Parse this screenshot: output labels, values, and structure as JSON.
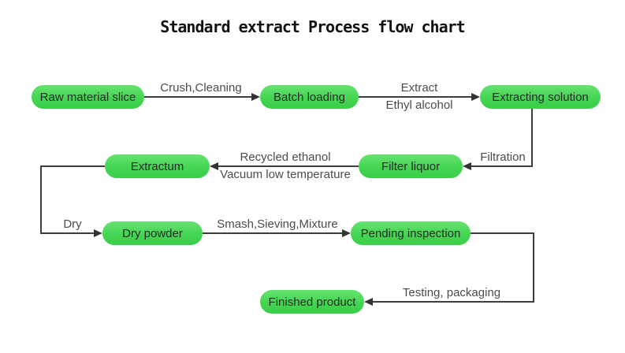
{
  "title": "Standard extract Process flow chart",
  "style": {
    "node_fill": "#44d552",
    "line_color": "#3e3e3e",
    "label_color": "#4c4c4c"
  },
  "nodes": [
    {
      "id": "raw-material-slice",
      "label": "Raw material slice"
    },
    {
      "id": "batch-loading",
      "label": "Batch loading"
    },
    {
      "id": "extracting-solution",
      "label": "Extracting solution"
    },
    {
      "id": "extractum",
      "label": "Extractum"
    },
    {
      "id": "filter-liquor",
      "label": "Filter liquor"
    },
    {
      "id": "dry-powder",
      "label": "Dry powder"
    },
    {
      "id": "pending-inspection",
      "label": "Pending inspection"
    },
    {
      "id": "finished-product",
      "label": "Finished product"
    }
  ],
  "edges": [
    {
      "from": "raw-material-slice",
      "to": "batch-loading",
      "label": "Crush,Cleaning"
    },
    {
      "from": "batch-loading",
      "to": "extracting-solution",
      "label_top": "Extract",
      "label_bottom": "Ethyl alcohol"
    },
    {
      "from": "extracting-solution",
      "to": "filter-liquor",
      "label": "Filtration"
    },
    {
      "from": "filter-liquor",
      "to": "extractum",
      "label_top": "Recycled ethanol",
      "label_bottom": "Vacuum low temperature"
    },
    {
      "from": "extractum",
      "to": "dry-powder",
      "label": "Dry"
    },
    {
      "from": "dry-powder",
      "to": "pending-inspection",
      "label": "Smash,Sieving,Mixture"
    },
    {
      "from": "pending-inspection",
      "to": "finished-product",
      "label": "Testing, packaging"
    }
  ]
}
